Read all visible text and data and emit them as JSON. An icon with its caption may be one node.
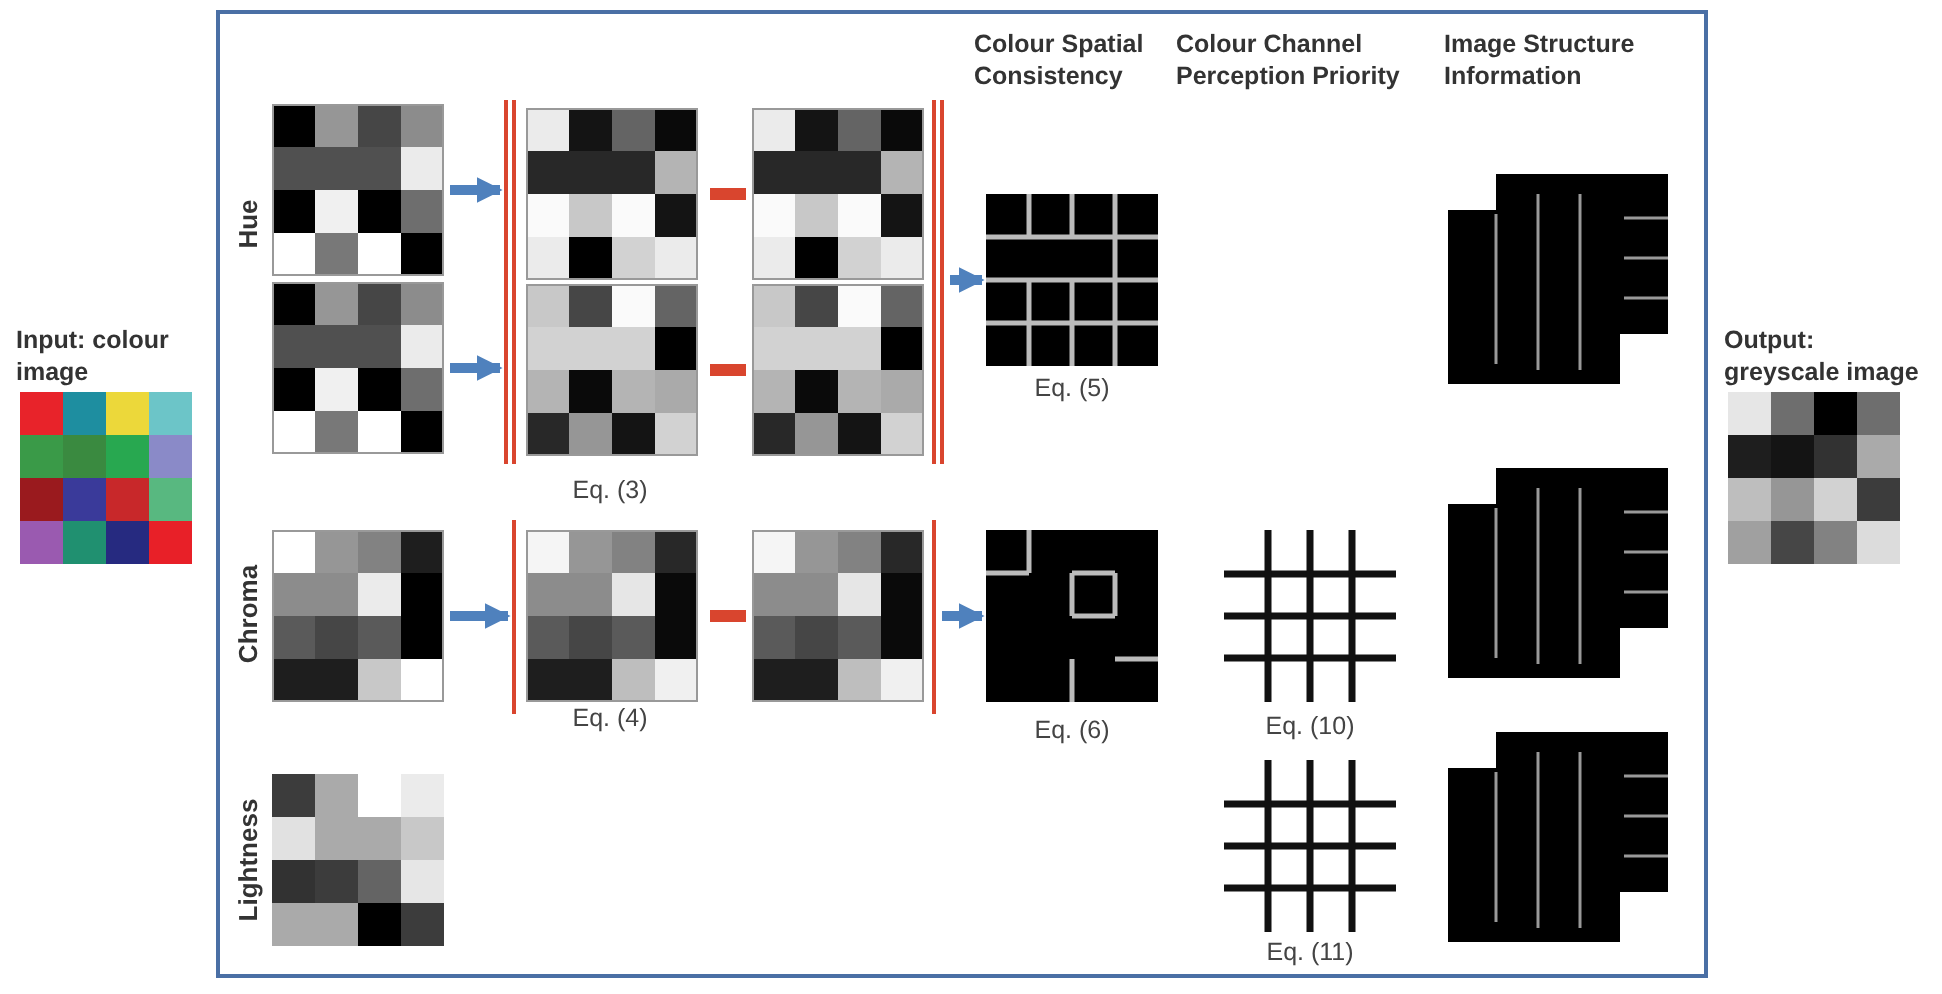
{
  "diagram": {
    "nodes": [
      {
        "text": [],
        "shape": "picture"
      },
      {
        "text": [],
        "shape": "picture"
      },
      {
        "text": [],
        "shape": "box",
        "beside": [
          "Eq. (3)"
        ]
      },
      {
        "text": [],
        "shape": "picture",
        "beside": [
          "Eq. (5)"
        ]
      },
      {
        "text": [],
        "shape": "picture"
      },
      {
        "text": [],
        "shape": "box",
        "beside": [
          "Eq. (4)"
        ]
      },
      {
        "text": [],
        "shape": "picture",
        "beside": [
          "Eq. (6)"
        ]
      }
    ],
    "edges": [
      {
        "from": 0,
        "to": 2,
        "arrow": "to"
      },
      {
        "from": 1,
        "to": 2,
        "arrow": "to"
      },
      {
        "from": 2,
        "to": 3,
        "arrow": "to"
      },
      {
        "from": 4,
        "to": 5,
        "arrow": "to"
      },
      {
        "from": 5,
        "to": 6,
        "arrow": "to"
      }
    ],
    "labels": [
      "Colour Spatial Consistency",
      "Colour Channel Perception Priority",
      "Image Structure Information",
      "Input: colour image",
      "Hue",
      "Output: greyscale image",
      "Chroma",
      "Eq. (10)",
      "Lightness",
      "Eq. (11)"
    ]
  }
}
